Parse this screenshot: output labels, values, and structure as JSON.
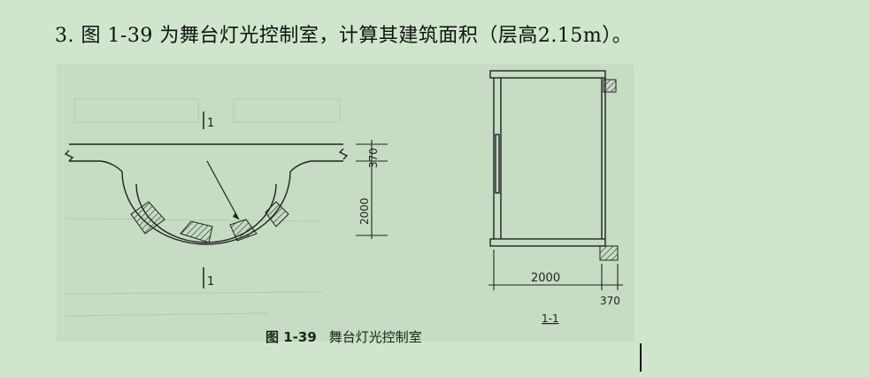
{
  "question": {
    "text": "3. 图 1-39 为舞台灯光控制室，计算其建筑面积（层高2.15m）。"
  },
  "figure": {
    "plan": {
      "section_mark_top": "1",
      "section_mark_bottom": "1",
      "dim_wall": "370",
      "dim_radius": "2000"
    },
    "section": {
      "dim_width": "2000",
      "dim_wall": "370",
      "label": "1-1"
    },
    "caption": {
      "number": "图 1-39",
      "title": "舞台灯光控制室"
    }
  }
}
